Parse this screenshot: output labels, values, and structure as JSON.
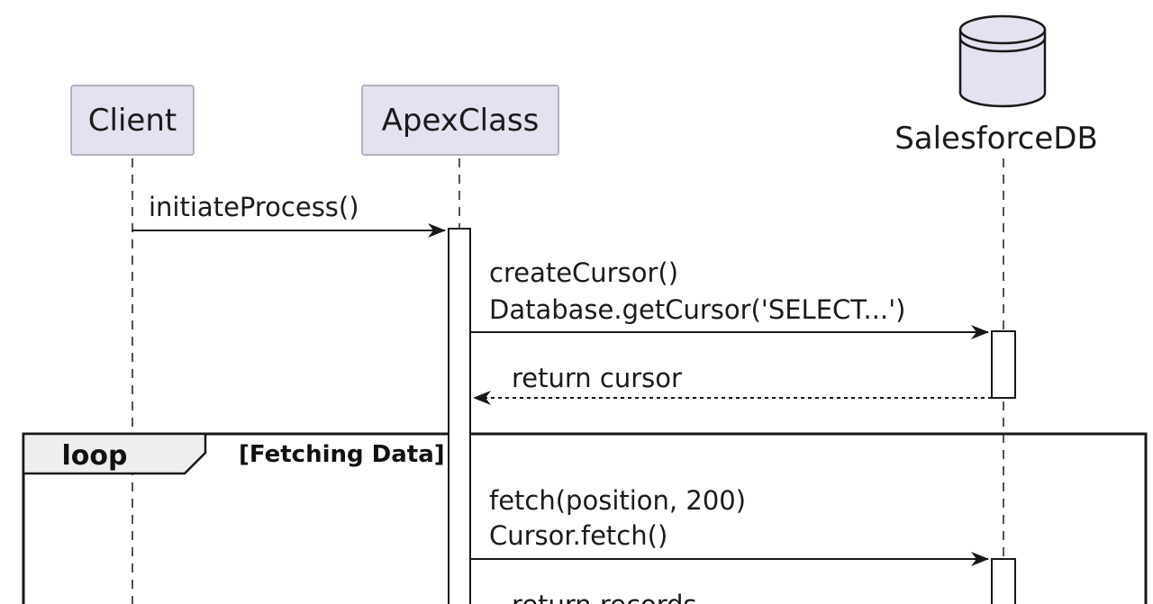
{
  "participants": [
    {
      "id": "client",
      "label": "Client",
      "kind": "box"
    },
    {
      "id": "apex",
      "label": "ApexClass",
      "kind": "box"
    },
    {
      "id": "db",
      "label": "SalesforceDB",
      "kind": "database"
    }
  ],
  "messages": [
    {
      "id": "initiate",
      "lines": [
        "initiateProcess()"
      ],
      "style": "solid"
    },
    {
      "id": "create-cursor",
      "lines": [
        "createCursor()",
        "Database.getCursor('SELECT...')"
      ],
      "style": "solid"
    },
    {
      "id": "return-cursor",
      "lines": [
        "return cursor"
      ],
      "style": "dashed"
    },
    {
      "id": "fetch",
      "lines": [
        "fetch(position, 200)",
        "Cursor.fetch()"
      ],
      "style": "solid"
    },
    {
      "id": "return-records",
      "lines": [
        "return records"
      ],
      "style": "dashed"
    }
  ],
  "loop": {
    "keyword": "loop",
    "guard": "[Fetching Data]"
  },
  "colors": {
    "participant_fill": "#e2e2f0",
    "participant_stroke": "#b0b0c0",
    "line": "#181818",
    "loop_tab_fill": "#eeeeee",
    "activation_fill": "#ffffff"
  }
}
